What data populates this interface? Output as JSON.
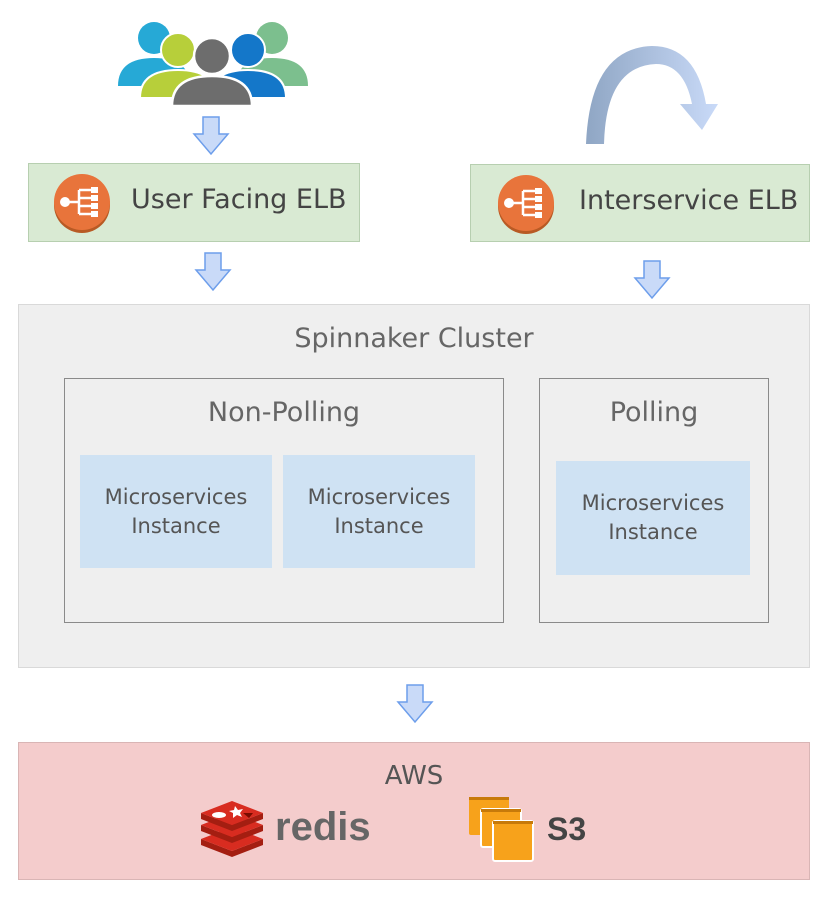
{
  "elbs": {
    "user_facing": "User Facing ELB",
    "interservice": "Interservice ELB"
  },
  "cluster": {
    "title": "Spinnaker Cluster",
    "non_polling": {
      "title": "Non-Polling",
      "instances": [
        {
          "line1": "Microservices",
          "line2": "Instance"
        },
        {
          "line1": "Microservices",
          "line2": "Instance"
        }
      ]
    },
    "polling": {
      "title": "Polling",
      "instances": [
        {
          "line1": "Microservices",
          "line2": "Instance"
        }
      ]
    }
  },
  "aws": {
    "title": "AWS",
    "redis_label": "redis",
    "s3_label": "S3"
  },
  "colors": {
    "elb_fill": "#d9ead3",
    "cluster_fill": "#efefef",
    "instance_fill": "#cfe2f3",
    "aws_fill": "#f4cccc",
    "arrow_fill": "#c9daf8",
    "arrow_stroke": "#6d9eeb",
    "elb_icon": "#e8743b",
    "redis_red": "#d82c20",
    "s3_orange": "#f7a21b"
  },
  "icons": [
    "users-group-icon",
    "loop-arrow-icon",
    "load-balancer-icon",
    "down-arrow-icon",
    "redis-logo-icon",
    "s3-logo-icon"
  ]
}
